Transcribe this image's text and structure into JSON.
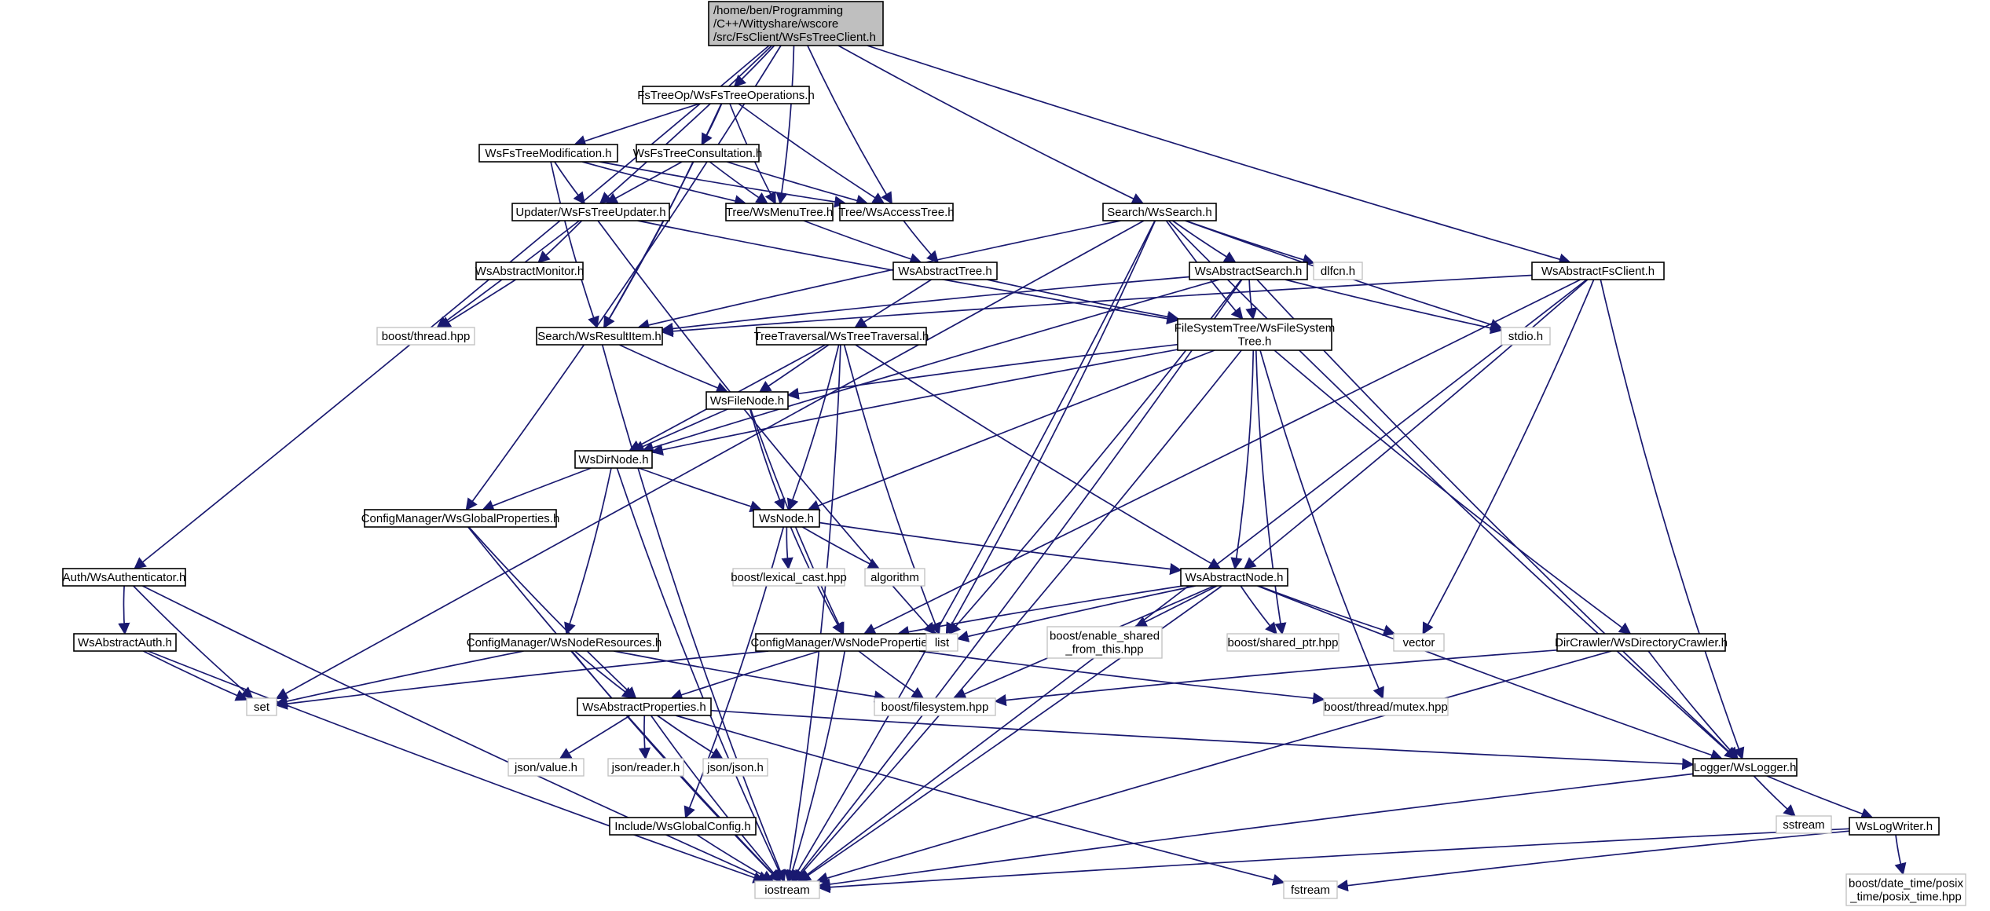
{
  "graph": {
    "title": "",
    "edge_color": "#191970",
    "root_fill": "#bfbfbf",
    "system_header_border": "#bfbfbf",
    "nodes": [
      {
        "id": "root",
        "kind": "root",
        "lines": [
          "/home/ben/Programming",
          "/C++/Wittyshare/wscore",
          "/src/FsClient/WsFsTreeClient.h"
        ]
      },
      {
        "id": "fstreeop",
        "kind": "project",
        "lines": [
          "FsTreeOp/WsFsTreeOperations.h"
        ]
      },
      {
        "id": "treemod",
        "kind": "project",
        "lines": [
          "WsFsTreeModification.h"
        ]
      },
      {
        "id": "treecons",
        "kind": "project",
        "lines": [
          "WsFsTreeConsultation.h"
        ]
      },
      {
        "id": "updater",
        "kind": "project",
        "lines": [
          "Updater/WsFsTreeUpdater.h"
        ]
      },
      {
        "id": "menutree",
        "kind": "project",
        "lines": [
          "Tree/WsMenuTree.h"
        ]
      },
      {
        "id": "accesstree",
        "kind": "project",
        "lines": [
          "Tree/WsAccessTree.h"
        ]
      },
      {
        "id": "search",
        "kind": "project",
        "lines": [
          "Search/WsSearch.h"
        ]
      },
      {
        "id": "absfsclient",
        "kind": "project",
        "lines": [
          "WsAbstractFsClient.h"
        ]
      },
      {
        "id": "absmonitor",
        "kind": "project",
        "lines": [
          "WsAbstractMonitor.h"
        ]
      },
      {
        "id": "abstree",
        "kind": "project",
        "lines": [
          "WsAbstractTree.h"
        ]
      },
      {
        "id": "abssearch",
        "kind": "project",
        "lines": [
          "WsAbstractSearch.h"
        ]
      },
      {
        "id": "dlfcn",
        "kind": "system",
        "lines": [
          "dlfcn.h"
        ]
      },
      {
        "id": "boostthread",
        "kind": "system",
        "lines": [
          "boost/thread.hpp"
        ]
      },
      {
        "id": "resultitem",
        "kind": "project",
        "lines": [
          "Search/WsResultItem.h"
        ]
      },
      {
        "id": "treetraversal",
        "kind": "project",
        "lines": [
          "TreeTraversal/WsTreeTraversal.h"
        ]
      },
      {
        "id": "fstree",
        "kind": "project",
        "lines": [
          "FileSystemTree/WsFileSystem",
          "Tree.h"
        ]
      },
      {
        "id": "stdio",
        "kind": "system",
        "lines": [
          "stdio.h"
        ]
      },
      {
        "id": "filenode",
        "kind": "project",
        "lines": [
          "WsFileNode.h"
        ]
      },
      {
        "id": "dirnode",
        "kind": "project",
        "lines": [
          "WsDirNode.h"
        ]
      },
      {
        "id": "globalprops",
        "kind": "project",
        "lines": [
          "ConfigManager/WsGlobalProperties.h"
        ]
      },
      {
        "id": "wsnode",
        "kind": "project",
        "lines": [
          "WsNode.h"
        ]
      },
      {
        "id": "authenticator",
        "kind": "project",
        "lines": [
          "Auth/WsAuthenticator.h"
        ]
      },
      {
        "id": "lexicalcast",
        "kind": "system",
        "lines": [
          "boost/lexical_cast.hpp"
        ]
      },
      {
        "id": "algorithm",
        "kind": "system",
        "lines": [
          "algorithm"
        ]
      },
      {
        "id": "absnode",
        "kind": "project",
        "lines": [
          "WsAbstractNode.h"
        ]
      },
      {
        "id": "absauth",
        "kind": "project",
        "lines": [
          "WsAbstractAuth.h"
        ]
      },
      {
        "id": "noderesources",
        "kind": "project",
        "lines": [
          "ConfigManager/WsNodeResources.h"
        ]
      },
      {
        "id": "nodeprops",
        "kind": "project",
        "lines": [
          "ConfigManager/WsNodeProperties.h"
        ]
      },
      {
        "id": "list",
        "kind": "system",
        "lines": [
          "list"
        ]
      },
      {
        "id": "enableshared",
        "kind": "system",
        "lines": [
          "boost/enable_shared",
          "_from_this.hpp"
        ]
      },
      {
        "id": "sharedptr",
        "kind": "system",
        "lines": [
          "boost/shared_ptr.hpp"
        ]
      },
      {
        "id": "vector",
        "kind": "system",
        "lines": [
          "vector"
        ]
      },
      {
        "id": "dircrawler",
        "kind": "project",
        "lines": [
          "DirCrawler/WsDirectoryCrawler.h"
        ]
      },
      {
        "id": "set",
        "kind": "system",
        "lines": [
          "set"
        ]
      },
      {
        "id": "absprops",
        "kind": "project",
        "lines": [
          "WsAbstractProperties.h"
        ]
      },
      {
        "id": "boostfs",
        "kind": "system",
        "lines": [
          "boost/filesystem.hpp"
        ]
      },
      {
        "id": "mutex",
        "kind": "system",
        "lines": [
          "boost/thread/mutex.hpp"
        ]
      },
      {
        "id": "jsonvalue",
        "kind": "system",
        "lines": [
          "json/value.h"
        ]
      },
      {
        "id": "jsonreader",
        "kind": "system",
        "lines": [
          "json/reader.h"
        ]
      },
      {
        "id": "jsonjson",
        "kind": "system",
        "lines": [
          "json/json.h"
        ]
      },
      {
        "id": "logger",
        "kind": "project",
        "lines": [
          "Logger/WsLogger.h"
        ]
      },
      {
        "id": "sstream",
        "kind": "system",
        "lines": [
          "sstream"
        ]
      },
      {
        "id": "globalconfig",
        "kind": "project",
        "lines": [
          "Include/WsGlobalConfig.h"
        ]
      },
      {
        "id": "logwriter",
        "kind": "project",
        "lines": [
          "WsLogWriter.h"
        ]
      },
      {
        "id": "iostream",
        "kind": "system",
        "lines": [
          "iostream"
        ]
      },
      {
        "id": "fstream",
        "kind": "system",
        "lines": [
          "fstream"
        ]
      },
      {
        "id": "posixtime",
        "kind": "system",
        "lines": [
          "boost/date_time/posix",
          "_time/posix_time.hpp"
        ]
      }
    ],
    "edges": [
      [
        "root",
        "fstreeop"
      ],
      [
        "root",
        "updater"
      ],
      [
        "root",
        "menutree"
      ],
      [
        "root",
        "accesstree"
      ],
      [
        "root",
        "search"
      ],
      [
        "root",
        "absfsclient"
      ],
      [
        "root",
        "authenticator"
      ],
      [
        "root",
        "globalprops"
      ],
      [
        "fstreeop",
        "treemod"
      ],
      [
        "fstreeop",
        "treecons"
      ],
      [
        "fstreeop",
        "menutree"
      ],
      [
        "fstreeop",
        "accesstree"
      ],
      [
        "fstreeop",
        "resultitem"
      ],
      [
        "treemod",
        "updater"
      ],
      [
        "treemod",
        "menutree"
      ],
      [
        "treemod",
        "accesstree"
      ],
      [
        "treemod",
        "resultitem"
      ],
      [
        "treecons",
        "updater"
      ],
      [
        "treecons",
        "menutree"
      ],
      [
        "treecons",
        "accesstree"
      ],
      [
        "treecons",
        "resultitem"
      ],
      [
        "updater",
        "absmonitor"
      ],
      [
        "updater",
        "boostthread"
      ],
      [
        "updater",
        "fstree"
      ],
      [
        "updater",
        "list"
      ],
      [
        "absmonitor",
        "boostthread"
      ],
      [
        "menutree",
        "abstree"
      ],
      [
        "accesstree",
        "abstree"
      ],
      [
        "abstree",
        "treetraversal"
      ],
      [
        "abstree",
        "fstree"
      ],
      [
        "search",
        "abssearch"
      ],
      [
        "search",
        "dlfcn"
      ],
      [
        "search",
        "stdio"
      ],
      [
        "search",
        "resultitem"
      ],
      [
        "search",
        "fstree"
      ],
      [
        "search",
        "list"
      ],
      [
        "search",
        "iostream"
      ],
      [
        "search",
        "set"
      ],
      [
        "search",
        "logger"
      ],
      [
        "abssearch",
        "resultitem"
      ],
      [
        "abssearch",
        "fstree"
      ],
      [
        "abssearch",
        "stdio"
      ],
      [
        "abssearch",
        "list"
      ],
      [
        "abssearch",
        "logger"
      ],
      [
        "abssearch",
        "iostream"
      ],
      [
        "abssearch",
        "dirnode"
      ],
      [
        "absfsclient",
        "resultitem"
      ],
      [
        "absfsclient",
        "absnode"
      ],
      [
        "absfsclient",
        "nodeprops"
      ],
      [
        "absfsclient",
        "vector"
      ],
      [
        "absfsclient",
        "logger"
      ],
      [
        "absfsclient",
        "iostream"
      ],
      [
        "resultitem",
        "filenode"
      ],
      [
        "resultitem",
        "iostream"
      ],
      [
        "treetraversal",
        "filenode"
      ],
      [
        "treetraversal",
        "dirnode"
      ],
      [
        "treetraversal",
        "wsnode"
      ],
      [
        "treetraversal",
        "absnode"
      ],
      [
        "treetraversal",
        "list"
      ],
      [
        "treetraversal",
        "iostream"
      ],
      [
        "fstree",
        "filenode"
      ],
      [
        "fstree",
        "dirnode"
      ],
      [
        "fstree",
        "wsnode"
      ],
      [
        "fstree",
        "absnode"
      ],
      [
        "fstree",
        "sharedptr"
      ],
      [
        "fstree",
        "mutex"
      ],
      [
        "fstree",
        "dircrawler"
      ],
      [
        "fstree",
        "iostream"
      ],
      [
        "filenode",
        "dirnode"
      ],
      [
        "filenode",
        "wsnode"
      ],
      [
        "filenode",
        "nodeprops"
      ],
      [
        "dirnode",
        "globalprops"
      ],
      [
        "dirnode",
        "wsnode"
      ],
      [
        "dirnode",
        "noderesources"
      ],
      [
        "dirnode",
        "iostream"
      ],
      [
        "globalprops",
        "absprops"
      ],
      [
        "globalprops",
        "iostream"
      ],
      [
        "wsnode",
        "lexicalcast"
      ],
      [
        "wsnode",
        "algorithm"
      ],
      [
        "wsnode",
        "absnode"
      ],
      [
        "wsnode",
        "nodeprops"
      ],
      [
        "wsnode",
        "globalconfig"
      ],
      [
        "authenticator",
        "absauth"
      ],
      [
        "authenticator",
        "set"
      ],
      [
        "authenticator",
        "iostream"
      ],
      [
        "absauth",
        "set"
      ],
      [
        "absauth",
        "iostream"
      ],
      [
        "absnode",
        "nodeprops"
      ],
      [
        "absnode",
        "list"
      ],
      [
        "absnode",
        "enableshared"
      ],
      [
        "absnode",
        "sharedptr"
      ],
      [
        "absnode",
        "vector"
      ],
      [
        "absnode",
        "boostfs"
      ],
      [
        "absnode",
        "logger"
      ],
      [
        "absnode",
        "iostream"
      ],
      [
        "noderesources",
        "set"
      ],
      [
        "noderesources",
        "absprops"
      ],
      [
        "noderesources",
        "boostfs"
      ],
      [
        "noderesources",
        "iostream"
      ],
      [
        "nodeprops",
        "set"
      ],
      [
        "nodeprops",
        "absprops"
      ],
      [
        "nodeprops",
        "boostfs"
      ],
      [
        "nodeprops",
        "mutex"
      ],
      [
        "nodeprops",
        "iostream"
      ],
      [
        "dircrawler",
        "boostfs"
      ],
      [
        "dircrawler",
        "logger"
      ],
      [
        "dircrawler",
        "iostream"
      ],
      [
        "absprops",
        "jsonvalue"
      ],
      [
        "absprops",
        "jsonreader"
      ],
      [
        "absprops",
        "jsonjson"
      ],
      [
        "absprops",
        "logger"
      ],
      [
        "absprops",
        "fstream"
      ],
      [
        "absprops",
        "iostream"
      ],
      [
        "logger",
        "sstream"
      ],
      [
        "logger",
        "logwriter"
      ],
      [
        "logger",
        "iostream"
      ],
      [
        "globalconfig",
        "iostream"
      ],
      [
        "logwriter",
        "iostream"
      ],
      [
        "logwriter",
        "fstream"
      ],
      [
        "logwriter",
        "posixtime"
      ]
    ]
  }
}
